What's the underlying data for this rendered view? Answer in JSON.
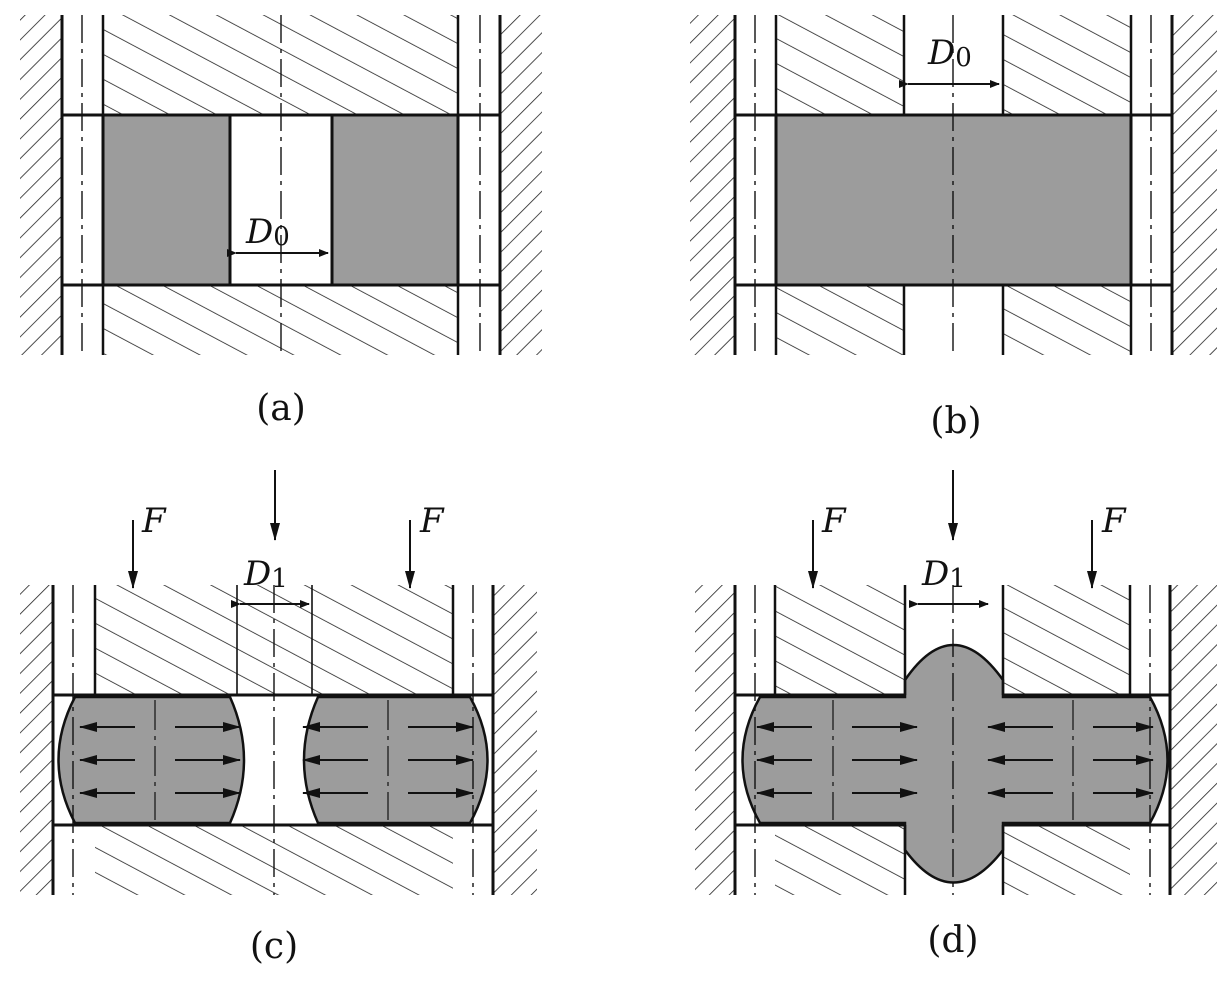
{
  "labels": {
    "a": {
      "caption": "(a)",
      "dim_main": "D",
      "dim_sub": "0"
    },
    "b": {
      "caption": "(b)",
      "dim_main": "D",
      "dim_sub": "0"
    },
    "c": {
      "caption": "(c)",
      "dim_main": "D",
      "dim_sub": "1",
      "force_left": "F",
      "force_right": "F"
    },
    "d": {
      "caption": "(d)",
      "dim_main": "D",
      "dim_sub": "1",
      "force_left": "F",
      "force_right": "F"
    }
  },
  "colors": {
    "material": "#9c9c9c",
    "line": "#111111",
    "hatch": "#222222",
    "background": "#ffffff"
  }
}
